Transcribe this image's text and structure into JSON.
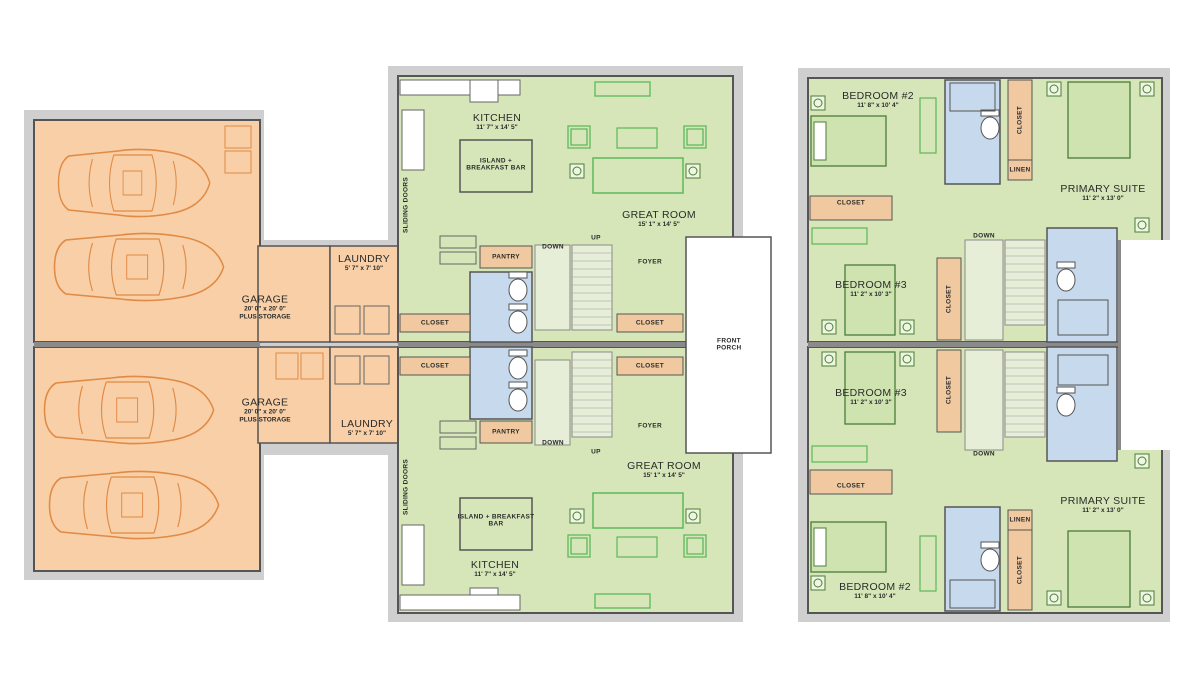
{
  "colors": {
    "living": "#d6e6b8",
    "garage": "#f8cfa6",
    "bath": "#c7d9ec",
    "closet": "#f0c9a0",
    "wall": "#8a8a8a",
    "wall_outer": "#cfcfcf",
    "furniture_green": "#5cb85c",
    "car_orange": "#e08a44"
  },
  "first_floor": {
    "garage_top": {
      "name": "GARAGE",
      "dims": "20' 0\" x 20' 0\"",
      "note": "PLUS STORAGE"
    },
    "garage_bottom": {
      "name": "GARAGE",
      "dims": "20' 0\" x 20' 0\"",
      "note": "PLUS STORAGE"
    },
    "laundry_top": {
      "name": "LAUNDRY",
      "dims": "5' 7\" x 7' 10\""
    },
    "laundry_bottom": {
      "name": "LAUNDRY",
      "dims": "5' 7\" x 7' 10\""
    },
    "kitchen_top": {
      "name": "KITCHEN",
      "dims": "11' 7\" x 14' 5\""
    },
    "kitchen_bottom": {
      "name": "KITCHEN",
      "dims": "11' 7\" x 14' 5\""
    },
    "island_top": [
      "ISLAND +",
      "BREAKFAST BAR"
    ],
    "island_bottom": [
      "ISLAND + BREAKFAST",
      "BAR"
    ],
    "great_room_top": {
      "name": "GREAT ROOM",
      "dims": "15' 1\" x 14' 5\""
    },
    "great_room_bottom": {
      "name": "GREAT ROOM",
      "dims": "15' 1\" x 14' 5\""
    },
    "sliding_doors": "SLIDING DOORS",
    "pantry": "PANTRY",
    "closet": "CLOSET",
    "down": "DOWN",
    "up": "UP",
    "foyer": "FOYER",
    "front_porch": [
      "FRONT",
      "PORCH"
    ]
  },
  "second_floor": {
    "bedroom2_top": {
      "name": "BEDROOM #2",
      "dims": "11' 8\" x 10' 4\""
    },
    "bedroom2_bottom": {
      "name": "BEDROOM #2",
      "dims": "11' 8\" x 10' 4\""
    },
    "bedroom3_top": {
      "name": "BEDROOM #3",
      "dims": "11' 2\" x 10' 3\""
    },
    "bedroom3_bottom": {
      "name": "BEDROOM #3",
      "dims": "11' 2\" x 10' 3\""
    },
    "primary_top": {
      "name": "PRIMARY SUITE",
      "dims": "11' 2\" x 13' 0\""
    },
    "primary_bottom": {
      "name": "PRIMARY SUITE",
      "dims": "11' 2\" x 13' 0\""
    },
    "closet": "CLOSET",
    "linen": "LINEN",
    "down": "DOWN"
  }
}
